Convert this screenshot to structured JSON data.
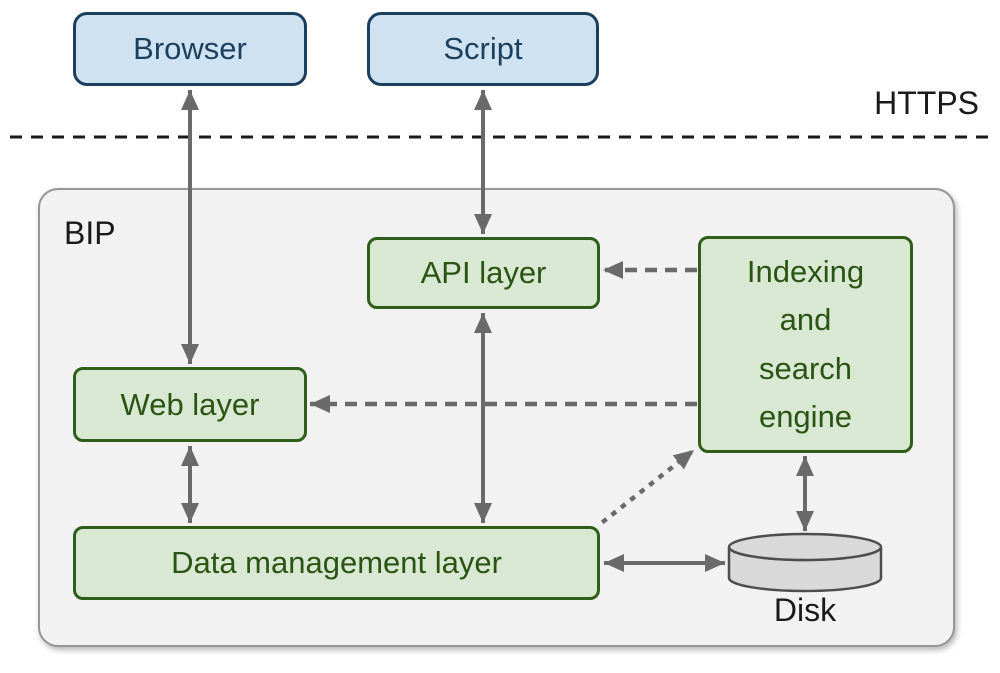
{
  "diagram": {
    "nodes": {
      "browser": "Browser",
      "script": "Script",
      "api_layer": "API layer",
      "web_layer": "Web layer",
      "data_management_layer": "Data management layer",
      "indexing_search_engine": {
        "lines": [
          "Indexing",
          "and",
          "search",
          "engine"
        ]
      },
      "disk": "Disk"
    },
    "labels": {
      "https": "HTTPS",
      "bip": "BIP"
    },
    "edges": [
      {
        "from": "browser",
        "to": "web_layer",
        "style": "solid",
        "direction": "both",
        "crosses": "https-boundary"
      },
      {
        "from": "script",
        "to": "api_layer",
        "style": "solid",
        "direction": "both",
        "crosses": "https-boundary"
      },
      {
        "from": "api_layer",
        "to": "data_management_layer",
        "style": "solid",
        "direction": "both"
      },
      {
        "from": "web_layer",
        "to": "data_management_layer",
        "style": "solid",
        "direction": "both"
      },
      {
        "from": "indexing_search_engine",
        "to": "api_layer",
        "style": "dashed",
        "direction": "one-way"
      },
      {
        "from": "indexing_search_engine",
        "to": "web_layer",
        "style": "dashed",
        "direction": "one-way"
      },
      {
        "from": "data_management_layer",
        "to": "indexing_search_engine",
        "style": "dotted",
        "direction": "one-way"
      },
      {
        "from": "data_management_layer",
        "to": "disk",
        "style": "solid",
        "direction": "both"
      },
      {
        "from": "indexing_search_engine",
        "to": "disk",
        "style": "solid",
        "direction": "both"
      }
    ]
  },
  "colors": {
    "external_fill": "#cfe2f2",
    "external_border": "#1c3f5e",
    "external_text": "#1c3f5e",
    "internal_fill": "#d9e8d2",
    "internal_border": "#2f5d1a",
    "internal_text": "#2a5414",
    "container_fill": "#f2f2f2",
    "container_border": "#969696",
    "arrow": "#6a6a6a",
    "boundary_line": "#1a1a1a",
    "disk_fill": "#d9d9d9",
    "disk_border": "#4d4d4d",
    "label_text": "#1a1a1a"
  }
}
